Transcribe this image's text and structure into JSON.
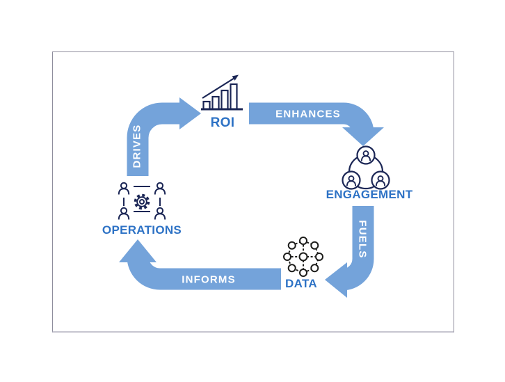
{
  "colors": {
    "background": "#ffffff",
    "arrow": "#74a3da",
    "arrow_text": "#ffffff",
    "node_label": "#2d72c5",
    "icon_navy": "#1b2655",
    "icon_black": "#1d1d1b",
    "border": "#8f8e9d",
    "border_bottom": "#c6c5d0"
  },
  "cycle": {
    "nodes": [
      {
        "id": "roi",
        "label": "ROI",
        "icon": "bar-chart-growth-icon"
      },
      {
        "id": "engagement",
        "label": "ENGAGEMENT",
        "icon": "people-circle-icon"
      },
      {
        "id": "data",
        "label": "DATA",
        "icon": "network-nodes-icon"
      },
      {
        "id": "operations",
        "label": "OPERATIONS",
        "icon": "team-gear-icon"
      }
    ],
    "arrows": [
      {
        "id": "drives",
        "label": "DRIVES",
        "from": "OPERATIONS",
        "to": "ROI"
      },
      {
        "id": "enhances",
        "label": "ENHANCES",
        "from": "ROI",
        "to": "ENGAGEMENT"
      },
      {
        "id": "fuels",
        "label": "FUELS",
        "from": "ENGAGEMENT",
        "to": "DATA"
      },
      {
        "id": "informs",
        "label": "INFORMS",
        "from": "DATA",
        "to": "OPERATIONS"
      }
    ]
  }
}
